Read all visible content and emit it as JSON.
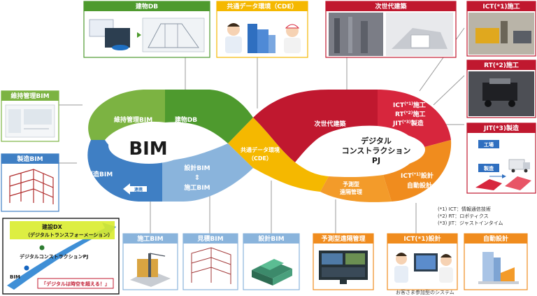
{
  "center": {
    "bim": "BIM",
    "pj_line1": "デジタル",
    "pj_line2": "コンストラクション",
    "pj_line3": "PJ"
  },
  "loop": {
    "maintenance_bim": "維持管理BIM",
    "building_db": "建物DB",
    "cde_line1": "共通データ環境",
    "cde_line2": "（CDE）",
    "next_gen": "次世代建築",
    "ict_construct": "ICT",
    "ict_sup": "(*1)",
    "ict_construct_suffix": "施工",
    "rt_construct": "RT",
    "rt_sup": "(*2)",
    "rt_construct_suffix": "施工",
    "jit_make": "JIT",
    "jit_sup": "(*3)",
    "jit_make_suffix": "製造",
    "manufacture_bim": "製造BIM",
    "design_bim": "設計BIM",
    "arrow_glyph": "⇕",
    "construction_bim": "施工BIM",
    "link_badge": "連携",
    "predictive_line1": "予測型",
    "predictive_line2": "遠隔管理",
    "ict_design_prefix": "ICT",
    "ict_design_sup": "(*1)",
    "ict_design_suffix": "設計",
    "auto_design": "自動設計"
  },
  "cards": {
    "building_db": "建物DB",
    "cde": "共通データ環境（CDE）",
    "next_gen": "次世代建築",
    "ict_construct": "ICT(*1)施工",
    "rt_construct": "RT(*2)施工",
    "jit_make": "JIT(*3)製造",
    "jit_factory": "工場",
    "jit_making": "製造",
    "maintenance_bim": "維持管理BIM",
    "manufacture_bim": "製造BIM",
    "construction_bim": "施工BIM",
    "estimate_bim": "見積BIM",
    "design_bim": "設計BIM",
    "predictive": "予測型遠隔管理",
    "ict_design": "ICT(*1)設計",
    "auto_design": "自動設計"
  },
  "dx_box": {
    "line1": "建設DX",
    "line2": "（デジタルトランスフォーメーション）",
    "pj": "デジタルコンストラクションPJ",
    "bim": "BIM",
    "slogan": "「デジタルは時空を超える！」"
  },
  "notes": [
    "(*1)  ICT：情報通信技術",
    "(*2)  RT：ロボティクス",
    "(*3)  JIT：ジャストインタイム"
  ],
  "footer": "お客さま参加型のシステム",
  "colors": {
    "green": "#7cb342",
    "green_dark": "#4e9a2e",
    "blue": "#3f7fc4",
    "light_blue": "#8ab4dc",
    "yellow": "#f5b800",
    "orange": "#f08c1e",
    "red": "#d7263d",
    "dark_red": "#c0182f"
  }
}
